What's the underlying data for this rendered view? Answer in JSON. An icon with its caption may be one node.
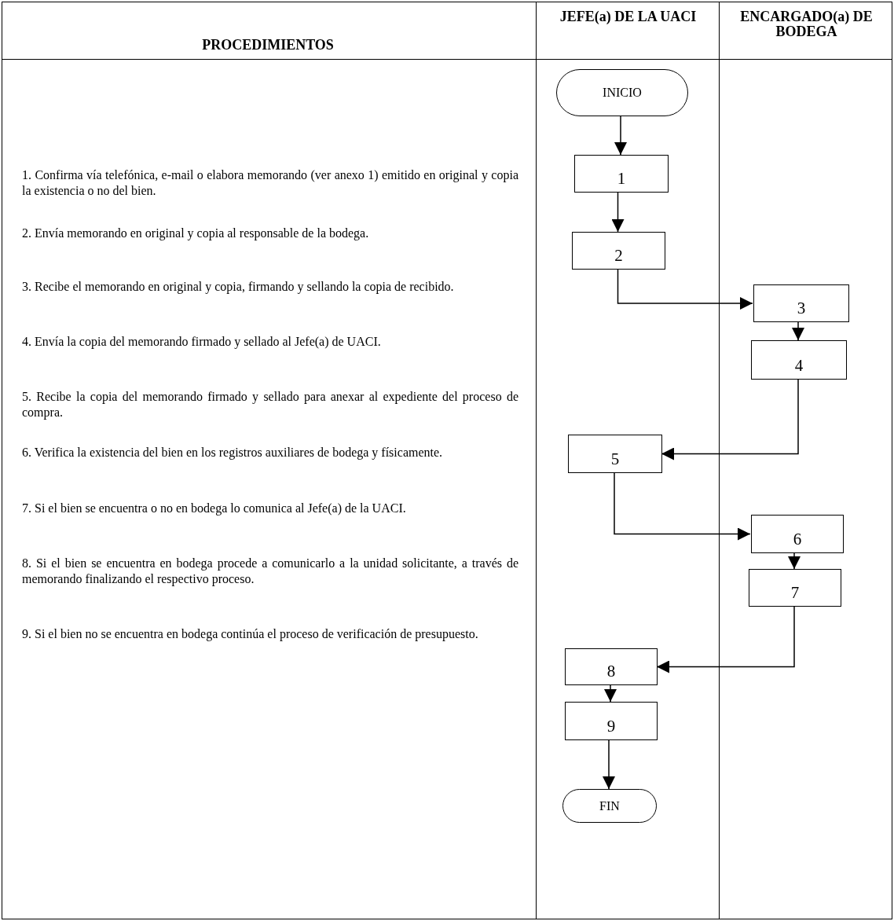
{
  "diagram": {
    "nodes": [
      {
        "text": [
          "JEFE(a) DE LA UACI"
        ]
      },
      {
        "text": [
          "ENCARGADO(a) DE BODEGA"
        ]
      },
      {
        "text": [
          "INICIO"
        ],
        "in": 0
      },
      {
        "text": [
          "1"
        ],
        "in": 0
      },
      {
        "text": [
          "2"
        ],
        "in": 0
      },
      {
        "text": [
          "3"
        ],
        "in": 1
      },
      {
        "text": [
          "4"
        ],
        "in": 1
      },
      {
        "text": [
          "5"
        ],
        "in": 0
      },
      {
        "text": [
          "6"
        ],
        "in": 1
      },
      {
        "text": [
          "7"
        ],
        "in": 1
      },
      {
        "text": [
          "8"
        ],
        "in": 0
      },
      {
        "text": [
          "9"
        ],
        "in": 0
      },
      {
        "text": [
          "FIN"
        ],
        "in": 0
      }
    ],
    "edges": [
      {
        "from": 2,
        "to": 3,
        "arrow": "to"
      },
      {
        "from": 3,
        "to": 4,
        "arrow": "to"
      },
      {
        "from": 4,
        "to": 5,
        "arrow": "to"
      },
      {
        "from": 5,
        "to": 6,
        "arrow": "to"
      },
      {
        "from": 6,
        "to": 7,
        "arrow": "to"
      },
      {
        "from": 7,
        "to": 8,
        "arrow": "to"
      },
      {
        "from": 8,
        "to": 9,
        "arrow": "to"
      },
      {
        "from": 9,
        "to": 10,
        "arrow": "to"
      },
      {
        "from": 10,
        "to": 11,
        "arrow": "to"
      },
      {
        "from": 11,
        "to": 12,
        "arrow": "to"
      }
    ],
    "labels": [
      "PROCEDIMIENTOS",
      "1. Confirma vía telefónica, e-mail o elabora memorando (ver anexo 1) emitido en original y copia la existencia o no del bien.",
      "2. Envía memorando en original y copia al responsable de la bodega.",
      "3. Recibe el memorando en original y copia, firmando y sellando la copia de recibido.",
      "4. Envía la copia del memorando firmado y sellado al Jefe(a) de UACI.",
      "5. Recibe la copia del memorando firmado y sellado para anexar al expediente del proceso de compra.",
      "6. Verifica la existencia del bien en los registros auxiliares de bodega y físicamente.",
      "7. Si el bien se encuentra o no en bodega lo comunica al Jefe(a) de la UACI.",
      "8. Si el bien se encuentra en bodega procede a comunicarlo a la unidad solicitante, a través de memorando finalizando el respectivo proceso.",
      "9. Si el bien no se encuentra en bodega continúa el proceso de verificación de presupuesto."
    ]
  }
}
